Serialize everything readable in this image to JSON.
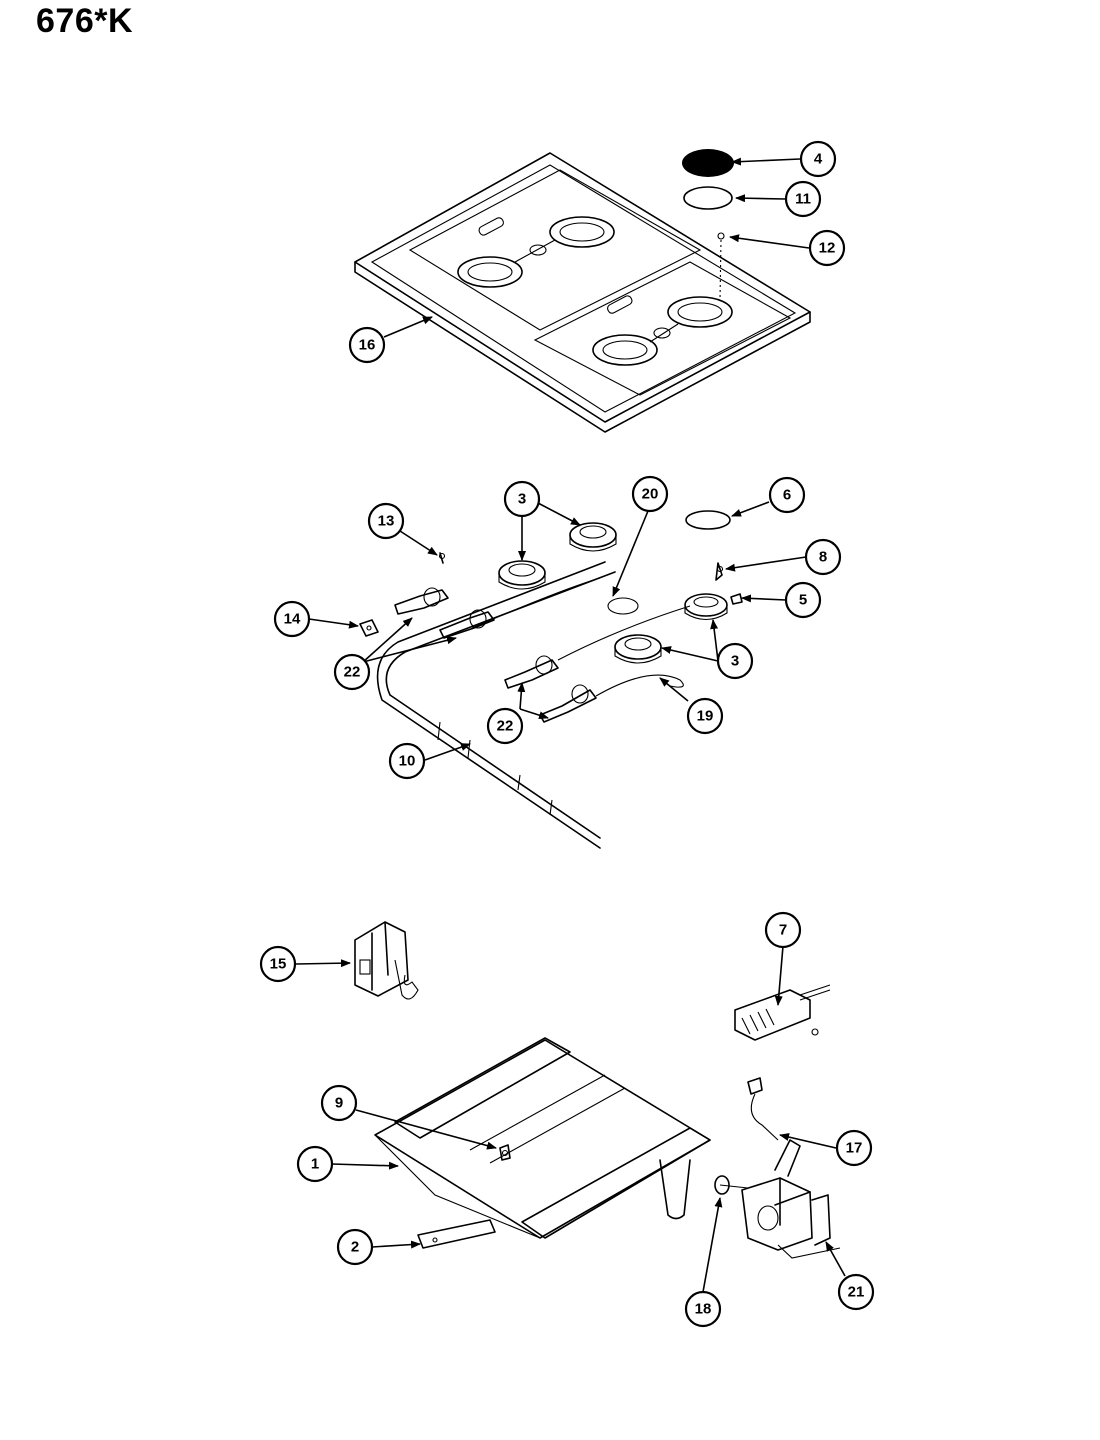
{
  "title": "676*K",
  "colors": {
    "ink": "#000000",
    "paper": "#ffffff"
  },
  "callouts": {
    "c4": "4",
    "c11": "11",
    "c12": "12",
    "c16": "16",
    "c3a": "3",
    "c20": "20",
    "c6": "6",
    "c13": "13",
    "c8": "8",
    "c14": "14",
    "c5": "5",
    "c22a": "22",
    "c3b": "3",
    "c22b": "22",
    "c19": "19",
    "c10": "10",
    "c15": "15",
    "c7": "7",
    "c9": "9",
    "c17": "17",
    "c1": "1",
    "c2": "2",
    "c18": "18",
    "c21": "21"
  }
}
